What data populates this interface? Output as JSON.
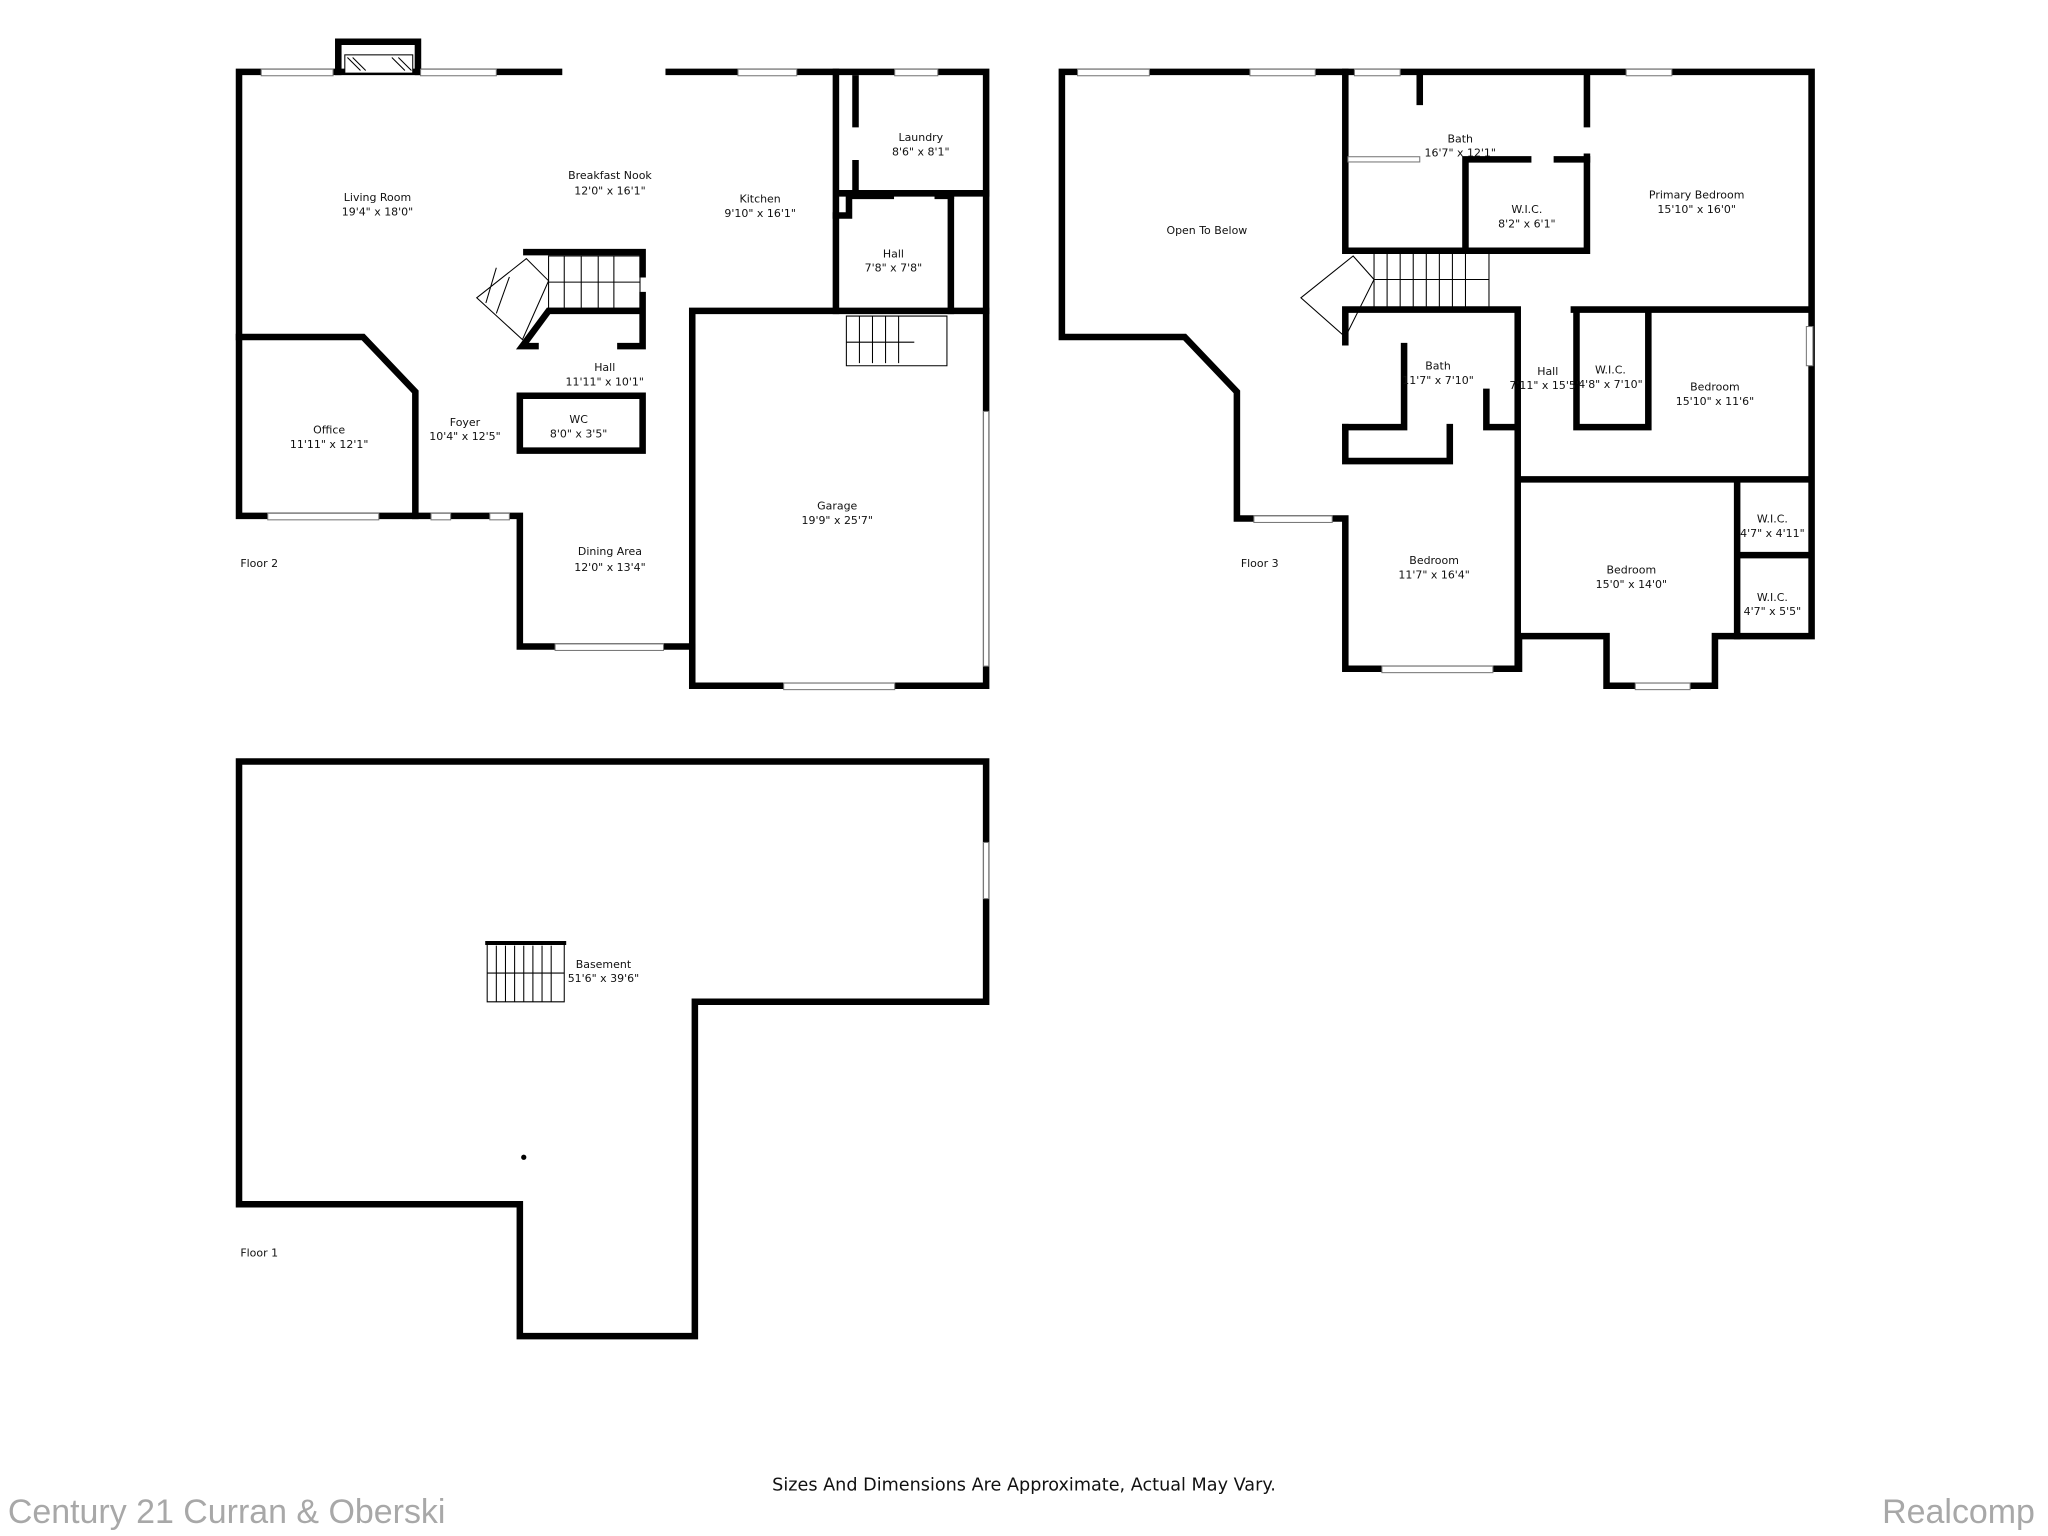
{
  "floors": [
    {
      "label": "Floor 2",
      "rooms": [
        {
          "name": "Living Room",
          "size": "19'4\" x 18'0\""
        },
        {
          "name": "Breakfast Nook",
          "size": "12'0\" x 16'1\""
        },
        {
          "name": "Kitchen",
          "size": "9'10\" x 16'1\""
        },
        {
          "name": "Laundry",
          "size": "8'6\" x 8'1\""
        },
        {
          "name": "Hall",
          "size": "7'8\" x 7'8\""
        },
        {
          "name": "Hall",
          "size": "11'11\" x 10'1\""
        },
        {
          "name": "Office",
          "size": "11'11\" x 12'1\""
        },
        {
          "name": "Foyer",
          "size": "10'4\" x 12'5\""
        },
        {
          "name": "WC",
          "size": "8'0\" x 3'5\""
        },
        {
          "name": "Dining Area",
          "size": "12'0\" x 13'4\""
        },
        {
          "name": "Garage",
          "size": "19'9\" x 25'7\""
        }
      ]
    },
    {
      "label": "Floor 3",
      "rooms": [
        {
          "name": "Bath",
          "size": "16'7\" x 12'1\""
        },
        {
          "name": "W.I.C.",
          "size": "8'2\" x 6'1\""
        },
        {
          "name": "Primary Bedroom",
          "size": "15'10\" x 16'0\""
        },
        {
          "name": "Open To Below",
          "size": ""
        },
        {
          "name": "Bath",
          "size": "11'7\" x 7'10\""
        },
        {
          "name": "Hall",
          "size": "7'11\" x 15'5\""
        },
        {
          "name": "W.I.C.",
          "size": "4'8\" x 7'10\""
        },
        {
          "name": "Bedroom",
          "size": "15'10\" x 11'6\""
        },
        {
          "name": "W.I.C.",
          "size": "4'7\" x 4'11\""
        },
        {
          "name": "Bedroom",
          "size": "11'7\" x 16'4\""
        },
        {
          "name": "Bedroom",
          "size": "15'0\" x 14'0\""
        },
        {
          "name": "W.I.C.",
          "size": "4'7\" x 5'5\""
        }
      ]
    },
    {
      "label": "Floor 1",
      "rooms": [
        {
          "name": "Basement",
          "size": "51'6\" x 39'6\""
        }
      ]
    }
  ],
  "disclaimer": "Sizes And Dimensions Are Approximate, Actual May Vary.",
  "watermark_left": "Century 21 Curran & Oberski",
  "watermark_right": "Realcomp"
}
